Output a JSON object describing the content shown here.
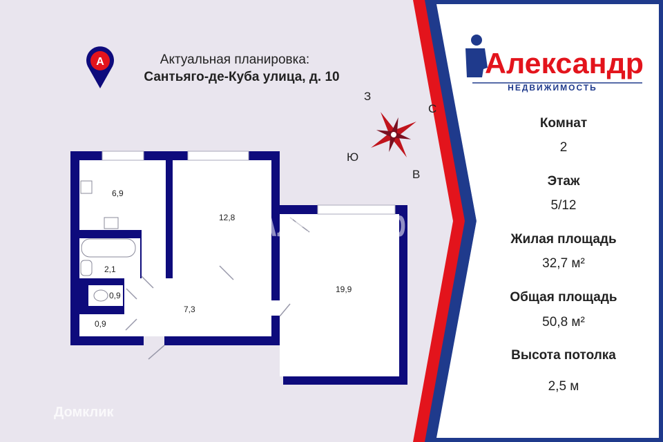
{
  "header": {
    "line1": "Актуальная планировка:",
    "line2": "Сантьяго-де-Куба улица, д. 10",
    "pin_icon": "location-pin-icon",
    "pin_letter": "А"
  },
  "compass": {
    "north": "С",
    "south": "Ю",
    "east": "В",
    "west": "З"
  },
  "rooms": [
    {
      "name": "kitchen",
      "area": "6,9"
    },
    {
      "name": "room",
      "area": "12,8"
    },
    {
      "name": "bathroom",
      "area": "2,1"
    },
    {
      "name": "toilet",
      "area": "0,9"
    },
    {
      "name": "storage",
      "area": "0,9"
    },
    {
      "name": "hallway",
      "area": "7,3"
    },
    {
      "name": "living-room",
      "area": "19,9"
    }
  ],
  "logo": {
    "brand": "Александр",
    "subtitle": "НЕДВИЖИМОСТЬ"
  },
  "details": [
    {
      "label": "Комнат",
      "value": "2"
    },
    {
      "label": "Этаж",
      "value": "5/12"
    },
    {
      "label": "Жилая площадь",
      "value": "32,7 м²"
    },
    {
      "label": "Общая площадь",
      "value": "50,8 м²"
    },
    {
      "label": "Высота потолка",
      "value": "2,5 м"
    }
  ],
  "watermark": "Домклик",
  "colors": {
    "wall": "#0e0b7c",
    "brand_red": "#e3141c",
    "brand_blue": "#1f3a8c",
    "background": "#e9e5ee"
  }
}
